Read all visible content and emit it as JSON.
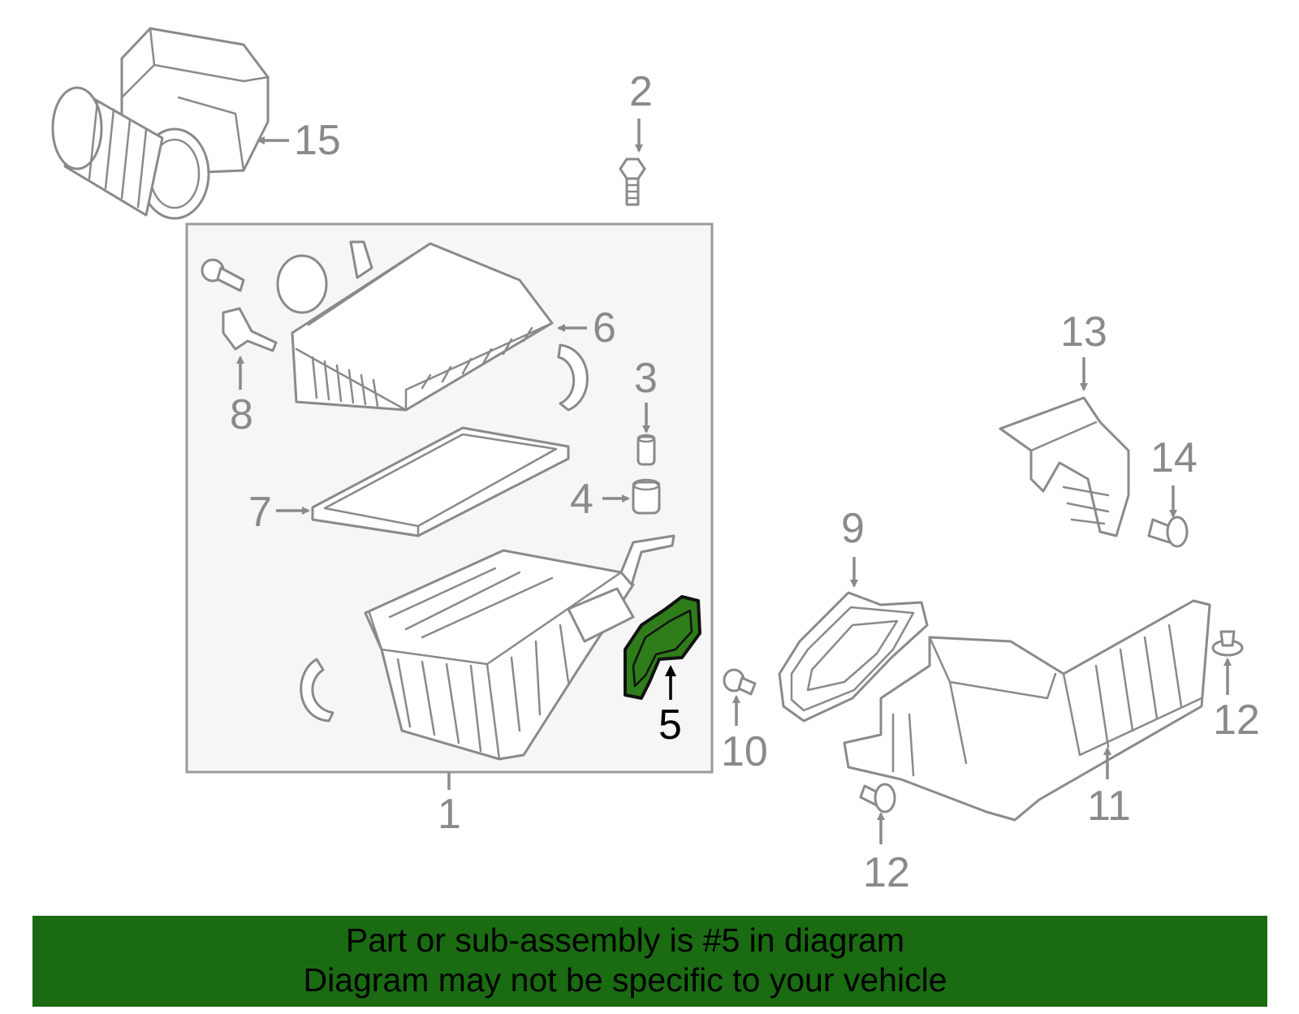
{
  "banner": {
    "line1": "Part or sub-assembly is #5 in diagram",
    "line2": "Diagram may not be specific to your vehicle",
    "color": "#1a6b12"
  },
  "highlight_color": "#2e7d1a",
  "callouts": {
    "c1": "1",
    "c2": "2",
    "c3": "3",
    "c4": "4",
    "c5": "5",
    "c6": "6",
    "c7": "7",
    "c8": "8",
    "c9": "9",
    "c10": "10",
    "c11": "11",
    "c12a": "12",
    "c12b": "12",
    "c13": "13",
    "c14": "14",
    "c15": "15"
  },
  "highlighted_part": "5"
}
